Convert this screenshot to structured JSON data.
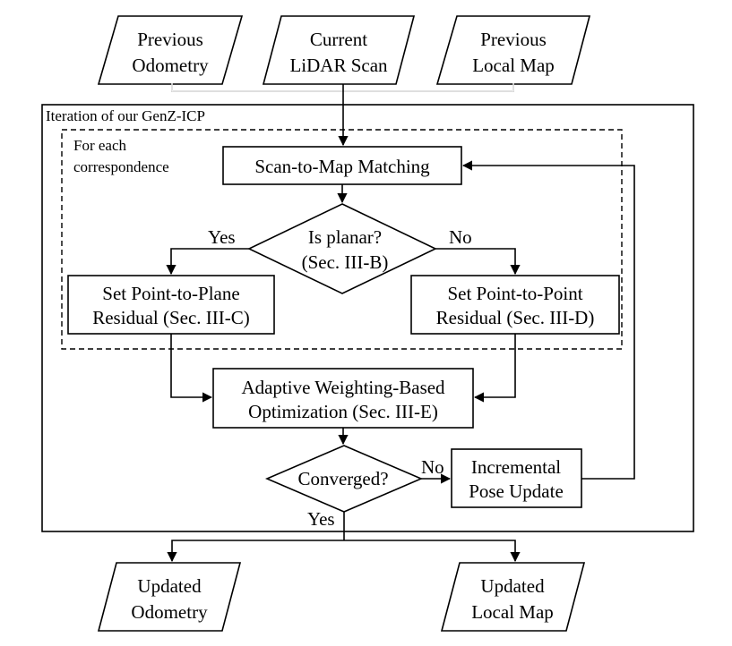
{
  "inputs": {
    "previous_odometry": [
      "Previous",
      "Odometry"
    ],
    "current_scan": [
      "Current",
      "LiDAR Scan"
    ],
    "previous_local_map": [
      "Previous",
      "Local Map"
    ]
  },
  "outer_label": "Iteration of our GenZ-ICP",
  "inner_label": [
    "For each",
    "correspondence"
  ],
  "scan_to_map": "Scan-to-Map Matching",
  "planar_decision": [
    "Is planar?",
    "(Sec. III-B)"
  ],
  "yes_label": "Yes",
  "no_label": "No",
  "point_to_plane": [
    "Set Point-to-Plane",
    "Residual (Sec. III-C)"
  ],
  "point_to_point": [
    "Set Point-to-Point",
    "Residual (Sec. III-D)"
  ],
  "optimization": [
    "Adaptive Weighting-Based",
    "Optimization (Sec. III-E)"
  ],
  "converged": "Converged?",
  "pose_update": [
    "Incremental",
    "Pose Update"
  ],
  "outputs": {
    "updated_odometry": [
      "Updated",
      "Odometry"
    ],
    "updated_local_map": [
      "Updated",
      "Local Map"
    ]
  }
}
